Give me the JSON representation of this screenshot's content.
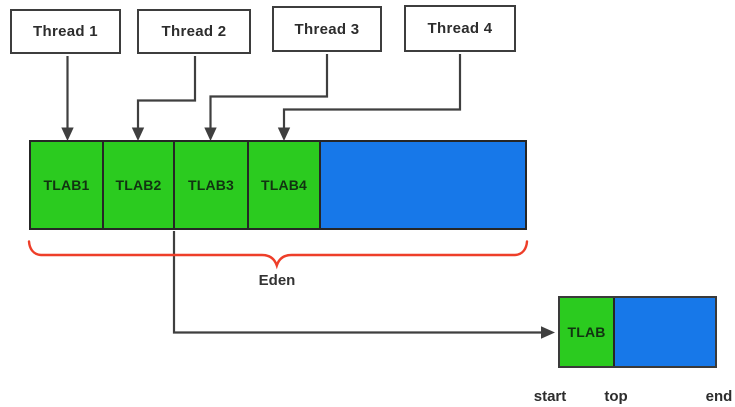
{
  "threads": {
    "items": [
      {
        "label": "Thread 1"
      },
      {
        "label": "Thread 2"
      },
      {
        "label": "Thread 3"
      },
      {
        "label": "Thread 4"
      }
    ]
  },
  "eden": {
    "label": "Eden",
    "tlabs": [
      {
        "label": "TLAB1"
      },
      {
        "label": "TLAB2"
      },
      {
        "label": "TLAB3"
      },
      {
        "label": "TLAB4"
      }
    ]
  },
  "detail": {
    "label": "TLAB",
    "pointers": {
      "start": "start",
      "top": "top",
      "end": "end"
    }
  },
  "colors": {
    "tlab_green": "#2bcb1f",
    "free_blue": "#1778e9",
    "brace_red": "#ee3e29",
    "line_dark": "#3f3f3f"
  }
}
